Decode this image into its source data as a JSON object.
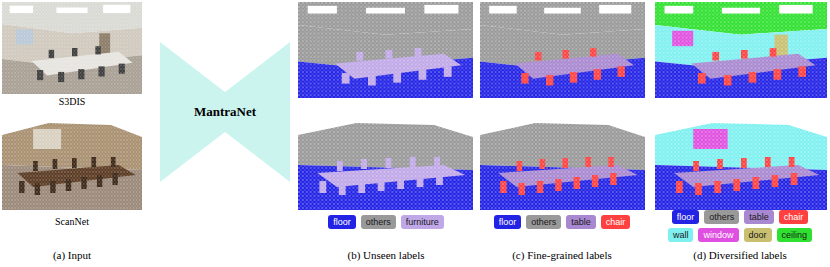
{
  "diagram": {
    "nodes": [
      {
        "text": [
          "MantraNet"
        ]
      }
    ],
    "labels": [
      "S3DIS",
      "ScanNet",
      "(a) Input",
      "(b) Unseen labels",
      "(c) Fine-grained labels",
      "(d) Diversified labels"
    ],
    "legend": [
      {
        "text": "floor",
        "color": "#2323e6"
      },
      {
        "text": "others",
        "color": "#999999"
      },
      {
        "text": "furniture",
        "color": "#c0a8e8"
      },
      {
        "text": "floor",
        "color": "#2323e6"
      },
      {
        "text": "others",
        "color": "#999999"
      },
      {
        "text": "table",
        "color": "#a888d0"
      },
      {
        "text": "chair",
        "color": "#ff4040"
      },
      {
        "text": "floor",
        "color": "#2323e6"
      },
      {
        "text": "others",
        "color": "#999999"
      },
      {
        "text": "table",
        "color": "#a888d0"
      },
      {
        "text": "chair",
        "color": "#ff4040"
      },
      {
        "text": "wall",
        "color": "#7ff0f0"
      },
      {
        "text": "window",
        "color": "#e050e0"
      },
      {
        "text": "door",
        "color": "#c8c070"
      },
      {
        "text": "ceiling",
        "color": "#30e030"
      }
    ]
  }
}
